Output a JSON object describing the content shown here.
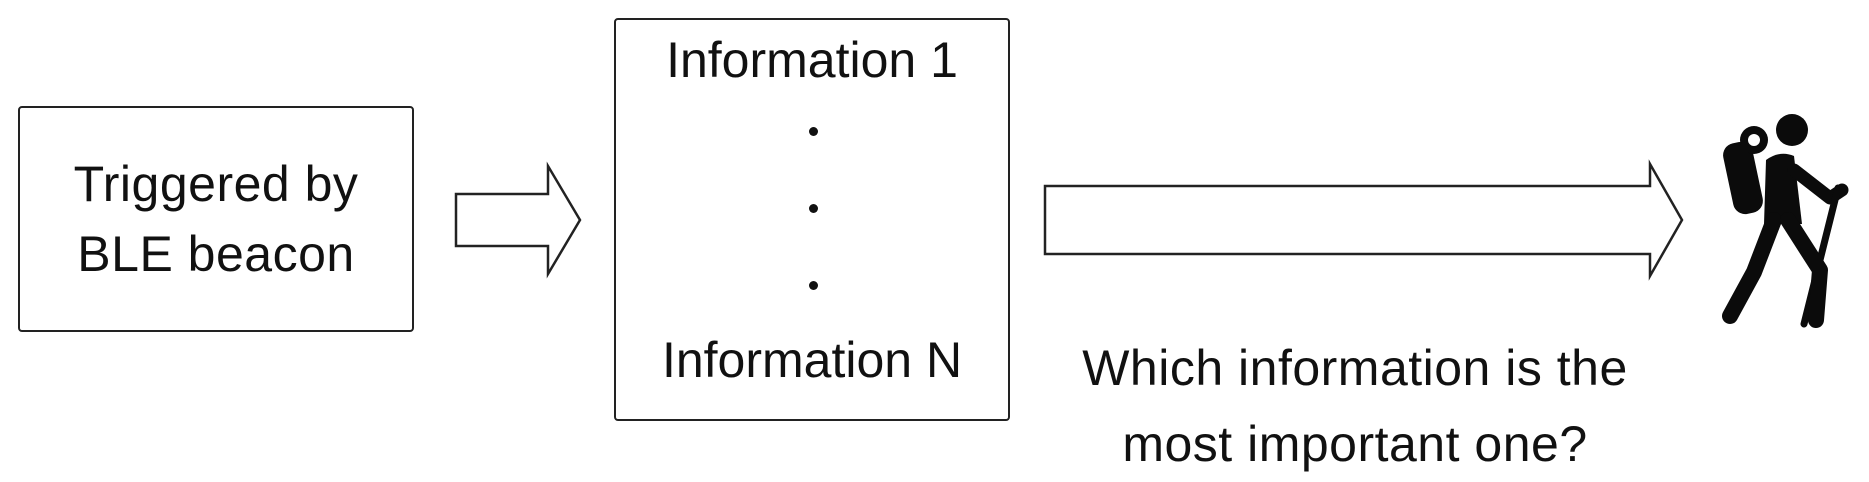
{
  "diagram": {
    "trigger": {
      "line1": "Triggered by",
      "line2": "BLE beacon"
    },
    "information_list": {
      "first": "Information 1",
      "last": "Information N",
      "ellipsis_dots": 3
    },
    "question": {
      "line1": "Which information is the",
      "line2": "most important one?"
    },
    "icons": {
      "user": "hiker-icon",
      "connector_small": "arrow-right-icon",
      "connector_large": "arrow-right-icon"
    }
  }
}
